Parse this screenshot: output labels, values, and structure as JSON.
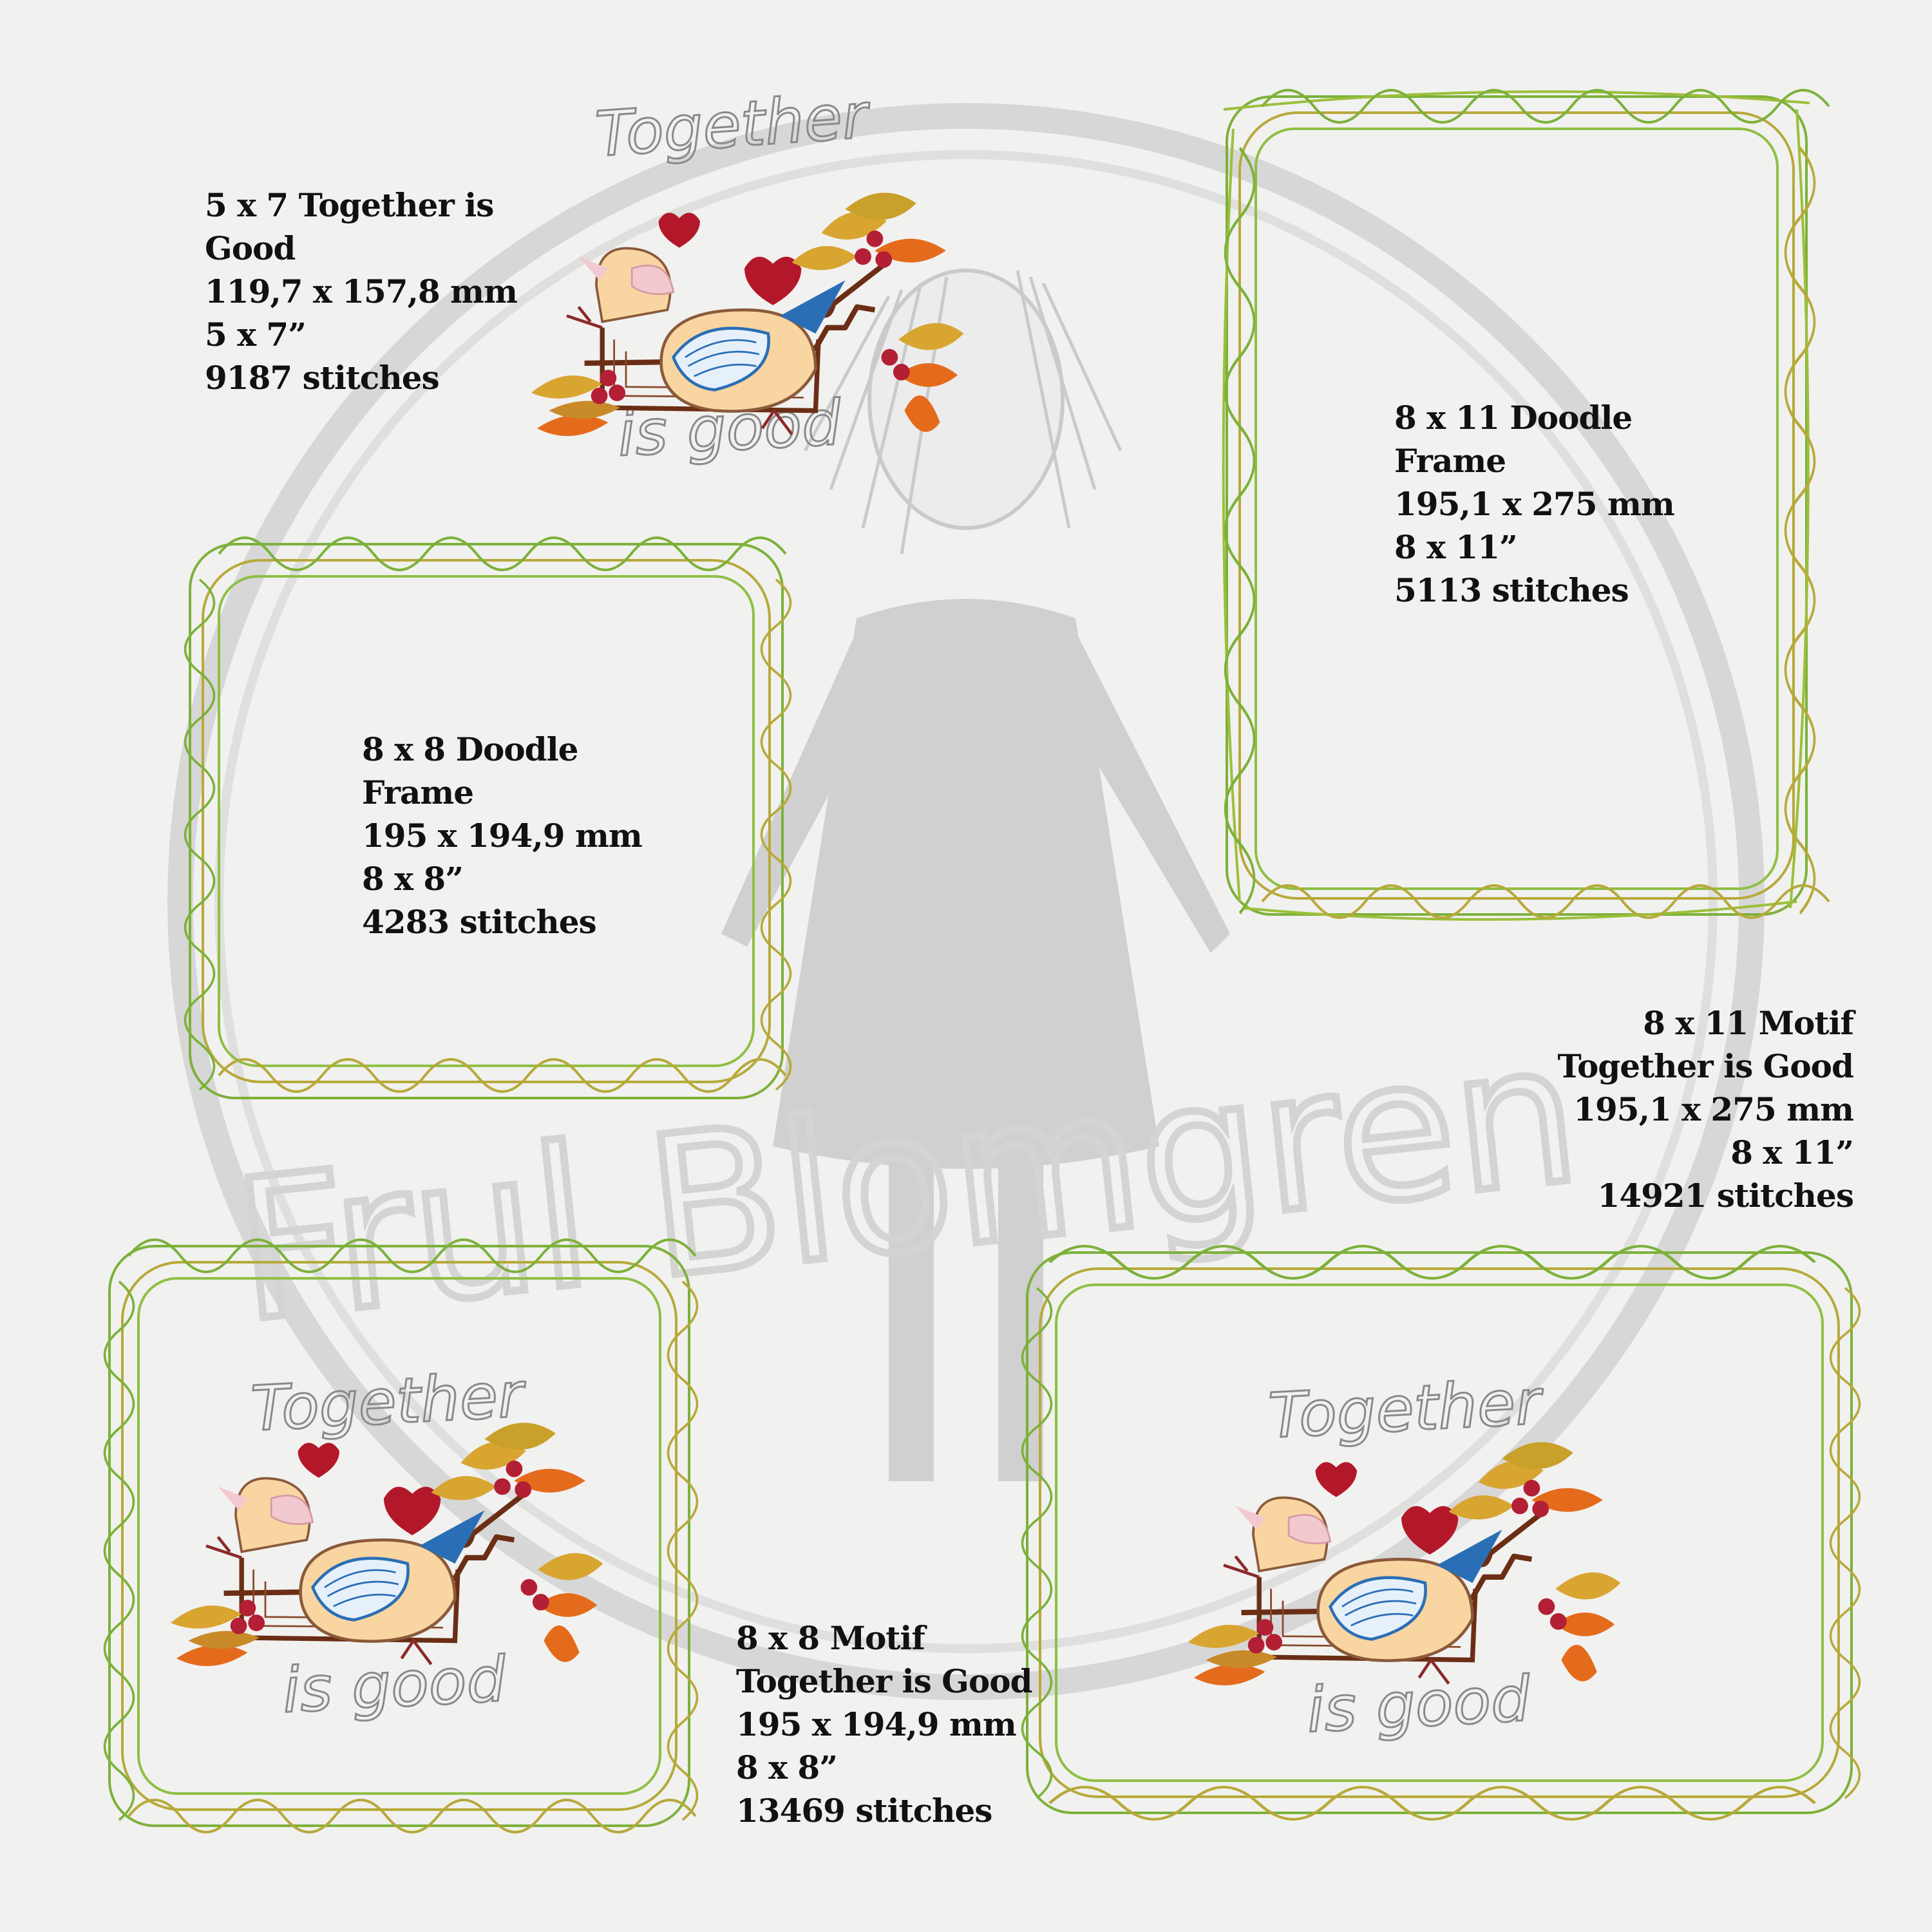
{
  "watermark": {
    "logo_text": "Frul Blomgren"
  },
  "colors": {
    "background": "#f1f1f0",
    "frame_green": "#7cb13a",
    "frame_olive": "#b7a93a",
    "leaf_orange": "#e46b1c",
    "leaf_gold": "#d9a531",
    "berry_red": "#b31f34",
    "heart_red": "#b3182a",
    "bird_body": "#f9d5a2",
    "bird_wing_blue": "#2a6fb5",
    "branch_brown": "#6b2e14",
    "text": "#111111",
    "watermark_gray": "#cfcfcf"
  },
  "motif_text": {
    "line1": "Together",
    "line2": "is good"
  },
  "designs": [
    {
      "id": "5x7-motif",
      "lines": [
        "5 x 7 Together is",
        "Good",
        "119,7 x 157,8 mm",
        "5 x 7”",
        "9187 stitches"
      ]
    },
    {
      "id": "8x11-doodle",
      "lines": [
        "8 x 11 Doodle",
        "Frame",
        "195,1 x 275 mm",
        "8 x 11”",
        "5113 stitches"
      ]
    },
    {
      "id": "8x8-doodle",
      "lines": [
        "8 x 8 Doodle",
        "Frame",
        "195 x 194,9 mm",
        "8 x 8”",
        "4283 stitches"
      ]
    },
    {
      "id": "8x11-motif",
      "lines": [
        "8 x 11 Motif",
        "Together is Good",
        "195,1 x 275 mm",
        "8 x 11”",
        "14921 stitches"
      ]
    },
    {
      "id": "8x8-motif",
      "lines": [
        "8 x 8 Motif",
        "Together is Good",
        "195 x 194,9 mm",
        "8 x 8”",
        "13469 stitches"
      ]
    }
  ]
}
